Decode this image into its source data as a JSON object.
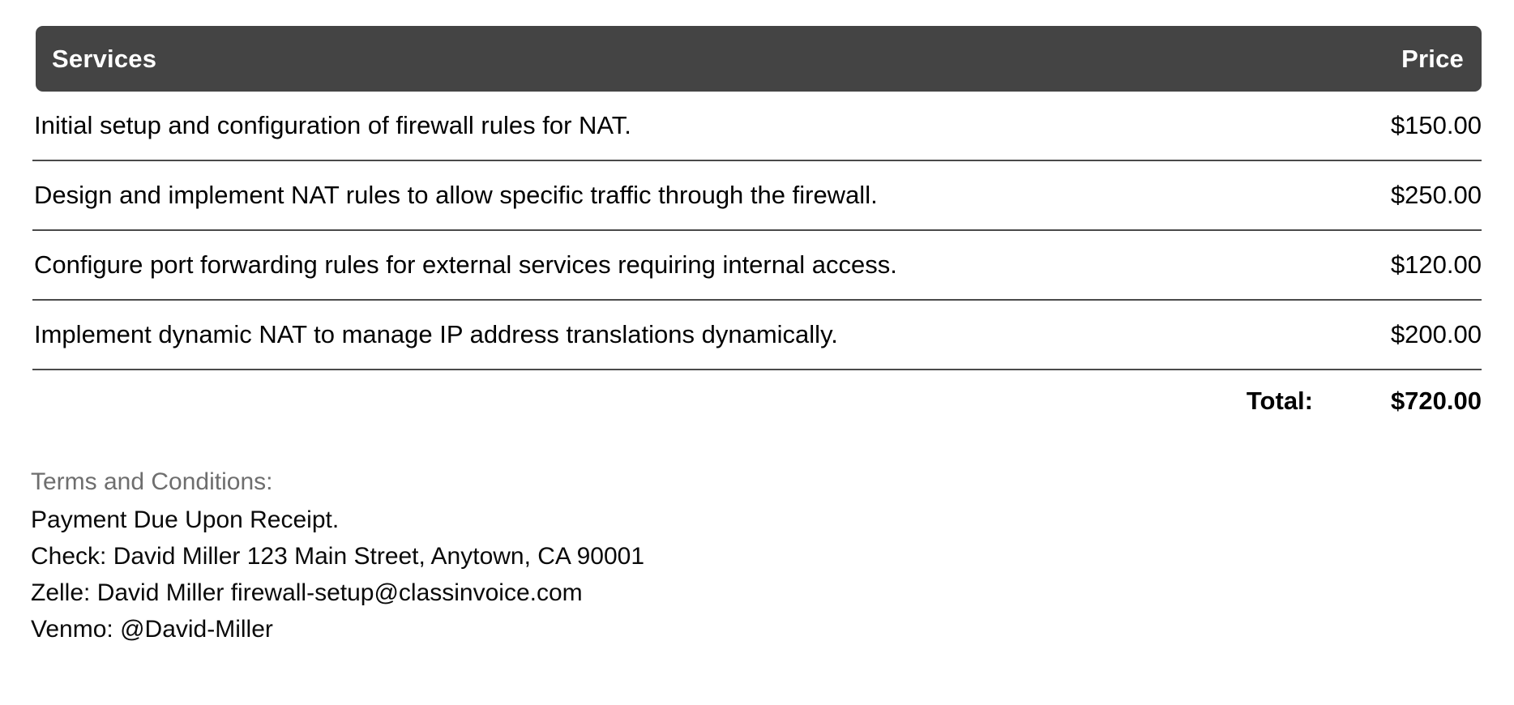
{
  "invoice": {
    "table": {
      "columns": {
        "services": "Services",
        "price": "Price"
      },
      "rows": [
        {
          "description": "Initial setup and configuration of firewall rules for NAT.",
          "price": "$150.00"
        },
        {
          "description": "Design and implement NAT rules to allow specific traffic through the firewall.",
          "price": "$250.00"
        },
        {
          "description": "Configure port forwarding rules for external services requiring internal access.",
          "price": "$120.00"
        },
        {
          "description": "Implement dynamic NAT to manage IP address translations dynamically.",
          "price": "$200.00"
        }
      ],
      "total_label": "Total:",
      "total_value": "$720.00"
    },
    "terms": {
      "title": "Terms and Conditions:",
      "lines": [
        "Payment Due Upon Receipt.",
        "Check: David Miller 123 Main Street, Anytown, CA 90001",
        "Zelle: David Miller firewall-setup@classinvoice.com",
        "Venmo: @David-Miller"
      ]
    },
    "colors": {
      "header_background": "#444444",
      "header_text": "#ffffff",
      "body_text": "#000000",
      "muted_text": "#6e6e6e",
      "divider": "#4a4a4a",
      "page_background": "#ffffff"
    }
  }
}
